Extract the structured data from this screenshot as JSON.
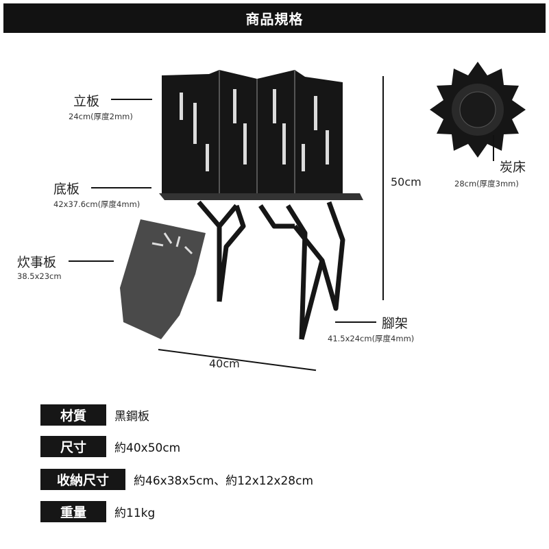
{
  "header": {
    "title": "商品規格"
  },
  "parts": {
    "panel": {
      "name": "立板",
      "spec": "24cm(厚度2mm)"
    },
    "base": {
      "name": "底板",
      "spec": "42x37.6cm(厚度4mm)"
    },
    "cooking": {
      "name": "炊事板",
      "spec": "38.5x23cm"
    },
    "charcoal": {
      "name": "炭床",
      "spec": "28cm(厚度3mm)"
    },
    "legs": {
      "name": "腳架",
      "spec": "41.5x24cm(厚度4mm)"
    }
  },
  "dimensions": {
    "height": "50cm",
    "width": "40cm"
  },
  "specs": [
    {
      "label": "材質",
      "value": "黑鋼板"
    },
    {
      "label": "尺寸",
      "value": "約40x50cm"
    },
    {
      "label": "收納尺寸",
      "value": "約46x38x5cm、約12x12x28cm"
    },
    {
      "label": "重量",
      "value": "約11kg"
    }
  ],
  "colors": {
    "header_bg": "#121212",
    "label_bg": "#161616"
  }
}
